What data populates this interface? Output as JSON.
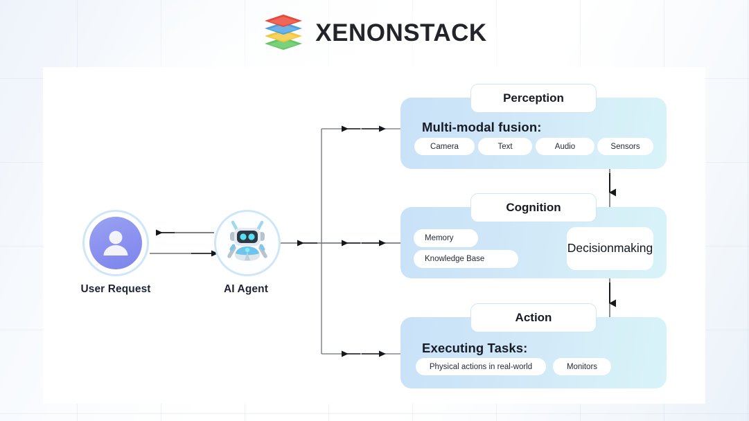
{
  "header": {
    "brand": "XENONSTACK",
    "logo_icon": "stacked-layers-logo",
    "logo_colors": [
      "#e8483a",
      "#4a9fe0",
      "#f2c53d",
      "#5cc45c"
    ]
  },
  "nodes": [
    {
      "id": "user",
      "label": "User Request",
      "icon": "user-avatar-icon"
    },
    {
      "id": "agent",
      "label": "AI Agent",
      "icon": "robot-icon"
    }
  ],
  "panels": [
    {
      "id": "perception",
      "header": "Perception",
      "title": "Multi-modal fusion:",
      "pills": [
        "Camera",
        "Text",
        "Audio",
        "Sensors"
      ]
    },
    {
      "id": "cognition",
      "header": "Cognition",
      "title": "",
      "pills": [
        "Memory",
        "Knowledge Base"
      ],
      "decision": "Decision\nmaking",
      "decision_line1": "Decision",
      "decision_line2": "making"
    },
    {
      "id": "action",
      "header": "Action",
      "title": "Executing Tasks:",
      "pills": [
        "Physical actions in real-world",
        "Monitors"
      ]
    }
  ],
  "connectors": {
    "user_agent": "bidirectional-pair",
    "agent_spine": "bidirectional",
    "perception_to_cognition": "down-arrow",
    "cognition_to_action": "down-arrow",
    "memory_to_decision": "right-arrow",
    "knowledge_to_decision": "right-arrow"
  },
  "colors": {
    "panel_start": "#c9e2f8",
    "panel_end": "#d9f3f9",
    "card_bg": "#ffffff",
    "text_dark": "#161b26",
    "avatar_purple": "#8b92ef",
    "ring_blue": "#cfe6f8",
    "line_gray": "#6c7076"
  }
}
